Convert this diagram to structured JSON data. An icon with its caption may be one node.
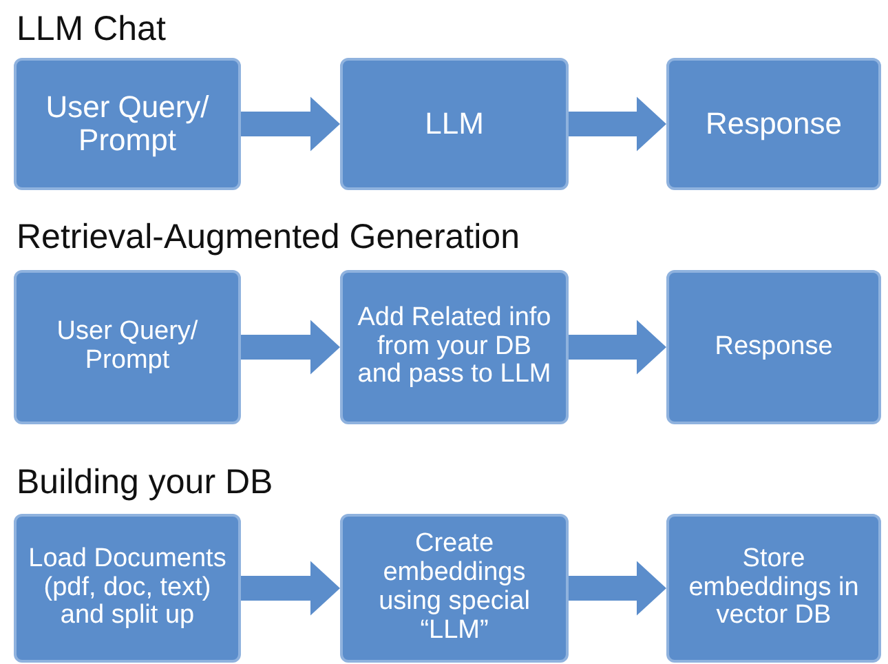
{
  "diagram": {
    "nodes": [
      {
        "text": [
          "User Query/ Prompt"
        ]
      },
      {
        "text": [
          "LLM"
        ]
      },
      {
        "text": [
          "Response"
        ]
      },
      {
        "text": [
          "User Query/ Prompt"
        ]
      },
      {
        "text": [
          "Add Related info from your DB and pass to LLM"
        ]
      },
      {
        "text": [
          "Response"
        ]
      },
      {
        "text": [
          "Load Documents (pdf, doc, text) and split up"
        ]
      },
      {
        "text": [
          "Create embeddings using special “LLM”"
        ]
      },
      {
        "text": [
          "Store embeddings in vector DB"
        ]
      }
    ],
    "edges": [
      {
        "from": 0,
        "to": 1,
        "arrow": "to"
      },
      {
        "from": 1,
        "to": 2,
        "arrow": "to"
      },
      {
        "from": 3,
        "to": 4,
        "arrow": "to"
      },
      {
        "from": 4,
        "to": 5,
        "arrow": "to"
      },
      {
        "from": 6,
        "to": 7,
        "arrow": "to"
      },
      {
        "from": 7,
        "to": 8,
        "arrow": "to"
      }
    ],
    "labels": [
      "LLM Chat",
      "Retrieval-Augmented Generation",
      "Building your DB"
    ]
  }
}
